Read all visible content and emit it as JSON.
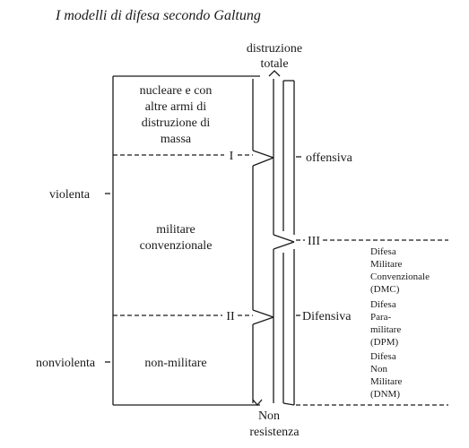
{
  "title": "I modelli di difesa secondo Galtung",
  "top_label": [
    "distruzione",
    "totale"
  ],
  "bottom_label": [
    "Non",
    "resistenza"
  ],
  "zones": {
    "nuclear": [
      "nucleare e con",
      "altre armi di",
      "distruzione di",
      "massa"
    ],
    "military": [
      "militare",
      "convenzionale"
    ],
    "nonmilitary": [
      "non-militare"
    ]
  },
  "left_labels": {
    "violent": "violenta",
    "nonviolent": "nonviolenta"
  },
  "roman_markers": {
    "I": "I",
    "II": "II",
    "III": "III"
  },
  "right_labels": {
    "offensive": "offensiva",
    "defensive": "Difensiva"
  },
  "defense_models": {
    "dmc": [
      "Difesa",
      "Militare",
      "Convenzionale",
      "(DMC)"
    ],
    "dpm": [
      "Difesa",
      "Para-",
      "militare",
      "(DPM)"
    ],
    "dnm": [
      "Difesa",
      "Non",
      "Militare",
      "(DNM)"
    ]
  }
}
